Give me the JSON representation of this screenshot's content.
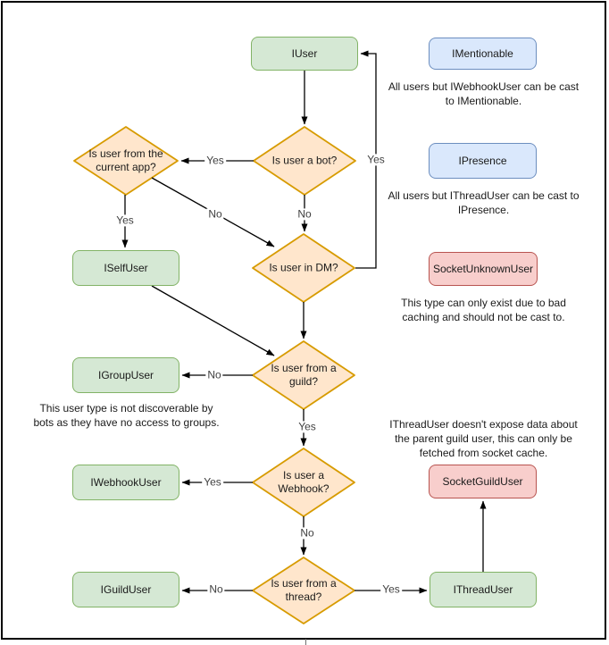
{
  "nodes": {
    "iuser": {
      "label": "IUser"
    },
    "iselfuser": {
      "label": "ISelfUser"
    },
    "igroupuser": {
      "label": "IGroupUser"
    },
    "iwebhookuser": {
      "label": "IWebhookUser"
    },
    "iguilduser": {
      "label": "IGuildUser"
    },
    "ithreaduser": {
      "label": "IThreadUser"
    },
    "imentionable": {
      "label": "IMentionable"
    },
    "ipresence": {
      "label": "IPresence"
    },
    "socketunknownuser": {
      "label": "SocketUnknownUser"
    },
    "socketguilduser": {
      "label": "SocketGuildUser"
    }
  },
  "decisions": {
    "current_app": {
      "label": "Is user from the current app?"
    },
    "bot": {
      "label": "Is user a bot?"
    },
    "dm": {
      "label": "Is user in DM?"
    },
    "guild": {
      "label": "Is user from a guild?"
    },
    "webhook": {
      "label": "Is user a Webhook?"
    },
    "thread": {
      "label": "Is user from a thread?"
    }
  },
  "notes": {
    "imentionable": "All users but IWebhookUser can be cast to IMentionable.",
    "ipresence": "All users but IThreadUser can be cast to IPresence.",
    "socketunknownuser": "This type can only exist due to bad caching and should not be cast to.",
    "igroupuser": "This user type is not discoverable by bots as they have no access to groups.",
    "ithreaduser": "IThreadUser doesn't expose data about the parent guild user, this can only be fetched from socket cache."
  },
  "edges": [
    {
      "from": "iuser",
      "to": "bot",
      "label": ""
    },
    {
      "from": "bot",
      "to": "current_app",
      "label": "Yes"
    },
    {
      "from": "bot",
      "to": "dm",
      "label": "No"
    },
    {
      "from": "current_app",
      "to": "iselfuser",
      "label": "Yes"
    },
    {
      "from": "current_app",
      "to": "dm",
      "label": "No"
    },
    {
      "from": "dm",
      "to": "iuser",
      "label": "Yes"
    },
    {
      "from": "dm",
      "to": "guild",
      "label": ""
    },
    {
      "from": "iselfuser",
      "to": "guild",
      "label": ""
    },
    {
      "from": "guild",
      "to": "igroupuser",
      "label": "No"
    },
    {
      "from": "guild",
      "to": "webhook",
      "label": "Yes"
    },
    {
      "from": "webhook",
      "to": "iwebhookuser",
      "label": "Yes"
    },
    {
      "from": "webhook",
      "to": "thread",
      "label": "No"
    },
    {
      "from": "thread",
      "to": "iguilduser",
      "label": "No"
    },
    {
      "from": "thread",
      "to": "ithreaduser",
      "label": "Yes"
    },
    {
      "from": "ithreaduser",
      "to": "socketguilduser",
      "label": ""
    }
  ],
  "colors": {
    "interface_fill": "#d5e8d4",
    "interface_stroke": "#82b366",
    "castable_fill": "#dae8fc",
    "castable_stroke": "#6c8ebf",
    "socket_fill": "#f8cecc",
    "socket_stroke": "#b85450",
    "decision_fill": "#ffe6cc",
    "decision_stroke": "#d79b00",
    "edge_color": "#000000"
  }
}
